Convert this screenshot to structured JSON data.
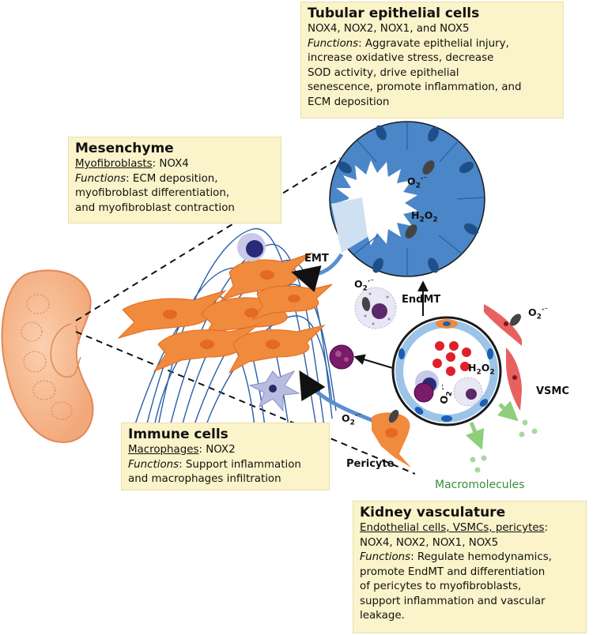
{
  "tubular": {
    "title": "Tubular epithelial cells",
    "nox": "NOX4, NOX2, NOX1, and NOX5",
    "functions_label": "Functions",
    "functions_lines": [
      ": Aggravate epithelial injury,",
      "increase oxidative stress, decrease",
      "SOD activity, drive epithelial",
      "senescence, promote inflammation, and",
      "ECM deposition"
    ]
  },
  "mesenchyme": {
    "title": "Mesenchyme",
    "cell_label": "Myofibroblasts",
    "nox": ": NOX4",
    "functions_label": "Functions",
    "functions_lines": [
      ": ECM deposition,",
      "myofibroblast differentiation,",
      "and myofibroblast contraction"
    ]
  },
  "immune": {
    "title": "Immune cells",
    "cell_label": "Macrophages",
    "nox": ": NOX2",
    "functions_label": "Functions",
    "functions_lines": [
      ": Support inflammation",
      "and macrophages infiltration"
    ]
  },
  "vasculature": {
    "title": "Kidney vasculature",
    "cell_label": "Endothelial cells, VSMCs, pericytes",
    "cell_suffix": ":",
    "nox": "NOX4, NOX2, NOX1, NOX5",
    "functions_label": "Functions",
    "functions_lines": [
      ": Regulate hemodynamics,",
      "promote EndMT and differentiation",
      "of pericytes to myofibroblasts,",
      "support inflammation and vascular",
      "leakage."
    ]
  },
  "labels": {
    "emt": "EMT",
    "endmt": "EndMT",
    "vsmc": "VSMC",
    "pericyte": "Pericyte",
    "macromolecules": "Macromolecules"
  },
  "chem": {
    "o2": "O",
    "o2_sub": "2",
    "o2_sup": "·⁻",
    "h2o2_h": "H",
    "h2o2_sub": "2",
    "h2o2_o": "O",
    "h2o2_sub2": "2"
  },
  "colors": {
    "box_bg": "#fbf3c9",
    "tubule_blue": "#4a86c8",
    "tubule_light": "#cfe0f2",
    "fibroblast": "#f08a3c",
    "kidney": "#f4b48a",
    "fiber": "#2a5fa8",
    "rbc": "#e0202a",
    "vsmc": "#e86060",
    "macromolecule": "#a8d8a0"
  }
}
